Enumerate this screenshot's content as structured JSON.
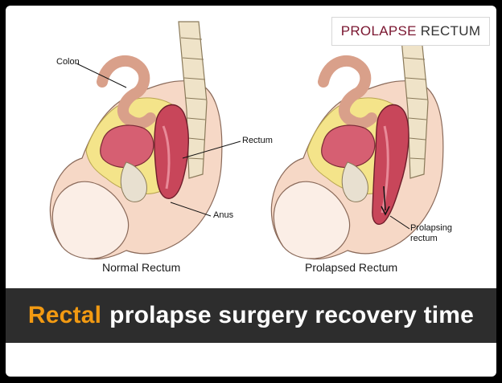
{
  "tag": {
    "accent": "PROLAPSE",
    "rest": "RECTUM"
  },
  "labels": {
    "colon": "Colon",
    "rectum": "Rectum",
    "anus": "Anus",
    "prolapsing_line1": "Prolapsing",
    "prolapsing_line2": "rectum"
  },
  "captions": {
    "left": "Normal Rectum",
    "right": "Prolapsed Rectum"
  },
  "banner": {
    "highlight": "Rectal",
    "rest": "prolapse surgery recovery time"
  },
  "colors": {
    "accent_tag": "#7a1630",
    "banner_bg": "#2d2d2d",
    "banner_highlight": "#f29a12",
    "tissue_red": "#c8465a",
    "skin": "#f3cdb8",
    "fat_yellow": "#f4e48a"
  }
}
